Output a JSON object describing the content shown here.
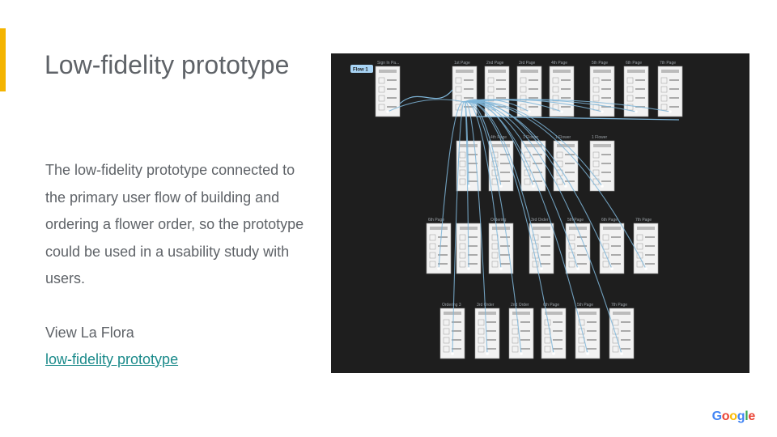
{
  "slide": {
    "title": "Low-fidelity prototype",
    "paragraph": "The low-fidelity prototype connected to the primary user flow of building and ordering a flower order, so the prototype could be used in a usability study with users.",
    "view_label": "View La Flora",
    "link_text": "low-fidelity prototype"
  },
  "prototype": {
    "flow_tag": "Flow 1",
    "rows": [
      [
        "Sign In Pa...",
        "1st Page",
        "2nd Page",
        "3rd Page",
        "4th Page",
        "5th Page",
        "6th Page",
        "7th Page"
      ],
      [
        "",
        "4th Page",
        "1 Flower",
        "1 Flower",
        "1 Flower"
      ],
      [
        "6th Page",
        "",
        "Ordering",
        "3rd Order",
        "5th Page",
        "6th Page",
        "7th Page"
      ],
      [
        "Ordering 3",
        "3rd Order",
        "2nd Order",
        "6th Page",
        "5th Page",
        "7th Page"
      ]
    ]
  },
  "logo": {
    "letters": [
      "G",
      "o",
      "o",
      "g",
      "l",
      "e"
    ],
    "colors": [
      "#4285f4",
      "#ea4335",
      "#fbbc05",
      "#4285f4",
      "#34a853",
      "#ea4335"
    ]
  },
  "colors": {
    "accent": "#f4b400",
    "link": "#1a8a8a",
    "canvas": "#1e1e1e",
    "connector": "#7fb6d9"
  }
}
